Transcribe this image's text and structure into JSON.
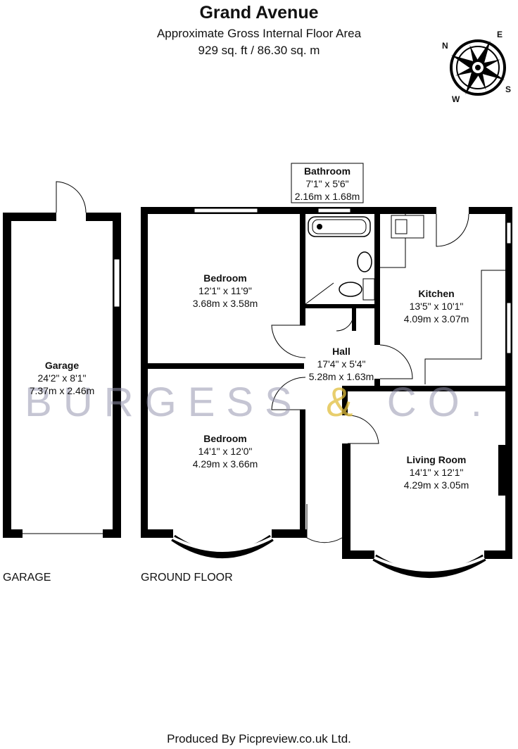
{
  "header": {
    "title": "Grand Avenue",
    "subtitle": "Approximate Gross Internal Floor Area",
    "area": "929 sq. ft / 86.30 sq. m"
  },
  "compass": {
    "n": "N",
    "e": "E",
    "s": "S",
    "w": "W"
  },
  "watermark": {
    "part1": "BURGESS ",
    "amp": "&",
    "part2": " CO."
  },
  "rooms": {
    "bathroom": {
      "name": "Bathroom",
      "imperial": "7'1\" x 5'6\"",
      "metric": "2.16m x 1.68m"
    },
    "bedroom1": {
      "name": "Bedroom",
      "imperial": "12'1\" x 11'9\"",
      "metric": "3.68m x 3.58m"
    },
    "kitchen": {
      "name": "Kitchen",
      "imperial": "13'5\" x 10'1\"",
      "metric": "4.09m x 3.07m"
    },
    "hall": {
      "name": "Hall",
      "imperial": "17'4\" x 5'4\"",
      "metric": "5.28m x 1.63m"
    },
    "garage": {
      "name": "Garage",
      "imperial": "24'2\" x 8'1\"",
      "metric": "7.37m x 2.46m"
    },
    "bedroom2": {
      "name": "Bedroom",
      "imperial": "14'1\" x 12'0\"",
      "metric": "4.29m x 3.66m"
    },
    "living": {
      "name": "Living Room",
      "imperial": "14'1\" x 12'1\"",
      "metric": "4.29m x 3.05m"
    }
  },
  "floors": {
    "garage": "GARAGE",
    "ground": "GROUND FLOOR"
  },
  "footer": "Produced By Picpreview.co.uk Ltd."
}
